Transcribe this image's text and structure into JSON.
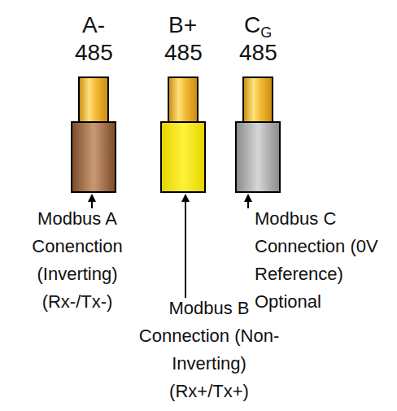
{
  "diagram": {
    "labels": [
      "A-",
      "485",
      "B+",
      "485",
      "C",
      "G",
      "485",
      "Modbus A Conenction (Inverting) (Rx-/Tx-)",
      "Modbus B Connection (Non-Inverting) (Rx+/Tx+)",
      "Modbus C Connection (0V Reference) Optional"
    ]
  }
}
